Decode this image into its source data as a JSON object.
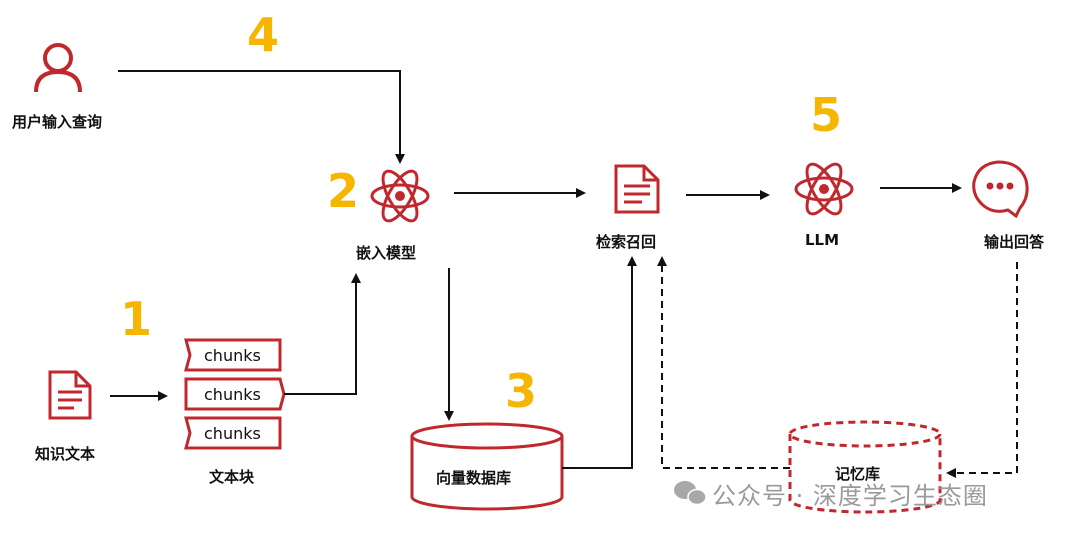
{
  "nodes": {
    "user_query": "用户输入查询",
    "embed_model": "嵌入模型",
    "retrieval": "检索召回",
    "llm": "LLM",
    "output": "输出回答",
    "knowledge_text": "知识文本",
    "text_chunks": "文本块",
    "vector_db": "向量数据库",
    "memory_db": "记忆库"
  },
  "chunks": [
    "chunks",
    "chunks",
    "chunks"
  ],
  "step_numbers": {
    "s1": "1",
    "s2": "2",
    "s3": "3",
    "s4": "4",
    "s5": "5"
  },
  "watermark": "公众号 · 深度学习生态圈",
  "colors": {
    "accent_red": "#c0282d",
    "step_yellow": "#f6b600",
    "arrow": "#111111"
  }
}
